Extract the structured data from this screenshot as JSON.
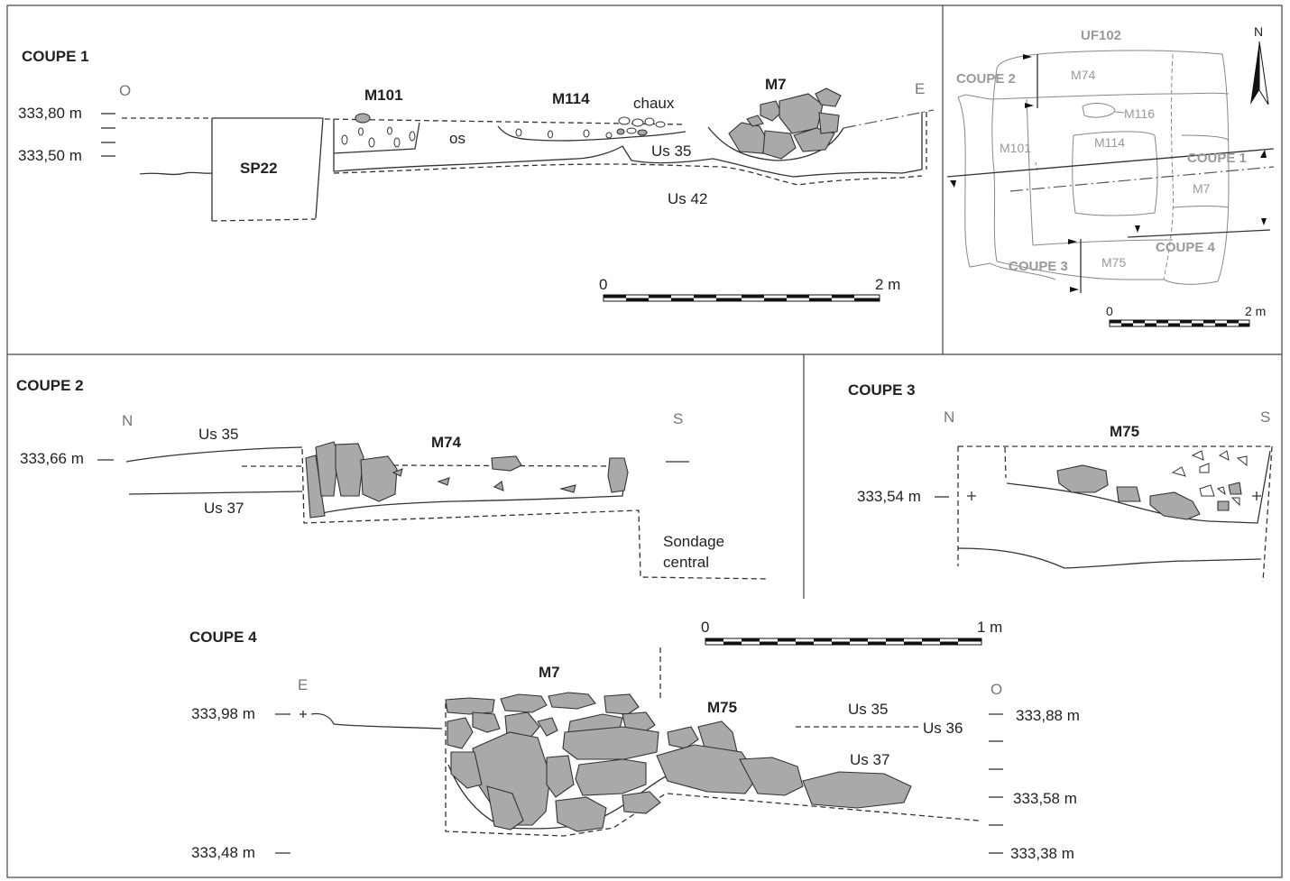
{
  "coupe1": {
    "title": "COUPE 1",
    "dir_left": "O",
    "dir_right": "E",
    "elev_top": "333,80 m",
    "elev_bottom": "333,50 m",
    "labels": {
      "sp22": "SP22",
      "m101": "M101",
      "os": "os",
      "m114": "M114",
      "chaux": "chaux",
      "m7": "M7",
      "us35": "Us 35",
      "us42": "Us 42"
    },
    "scale": {
      "start": "0",
      "end": "2 m"
    }
  },
  "plan": {
    "title": "UF102",
    "north": "N",
    "labels": {
      "coupe1": "COUPE 1",
      "coupe2": "COUPE 2",
      "coupe3": "COUPE 3",
      "coupe4": "COUPE 4",
      "m74": "M74",
      "m116": "M116",
      "m101": "M101",
      "m114": "M114",
      "m7": "M7",
      "m75": "M75"
    },
    "scale": {
      "start": "0",
      "end": "2 m"
    }
  },
  "coupe2": {
    "title": "COUPE 2",
    "dir_left": "N",
    "dir_right": "S",
    "elev": "333,66 m",
    "labels": {
      "us35": "Us 35",
      "us37": "Us 37",
      "m74": "M74",
      "sondage1": "Sondage",
      "sondage2": "central"
    }
  },
  "coupe3": {
    "title": "COUPE 3",
    "dir_left": "N",
    "dir_right": "S",
    "elev": "333,54 m",
    "labels": {
      "m75": "M75"
    }
  },
  "coupe4": {
    "title": "COUPE 4",
    "dir_left": "E",
    "dir_right": "O",
    "elev_left_top": "333,98 m",
    "elev_left_bottom": "333,48 m",
    "elev_right_1": "333,88 m",
    "elev_right_2": "333,58 m",
    "elev_right_3": "333,38 m",
    "labels": {
      "m7": "M7",
      "m75": "M75",
      "us35": "Us 35",
      "us36": "Us 36",
      "us37": "Us 37"
    },
    "scale": {
      "start": "0",
      "end": "1 m"
    }
  }
}
